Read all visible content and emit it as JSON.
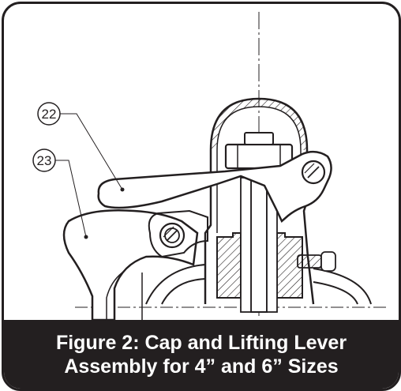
{
  "figure": {
    "caption_line1": "Figure 2: Cap and Lifting Lever",
    "caption_line2": "Assembly for 4” and 6” Sizes",
    "caption_bg_color": "#231f20",
    "caption_text_color": "#ffffff",
    "line_color": "#231f20",
    "part_fill_color": "#ffffff"
  },
  "callouts": [
    {
      "id": "22"
    },
    {
      "id": "23"
    }
  ]
}
